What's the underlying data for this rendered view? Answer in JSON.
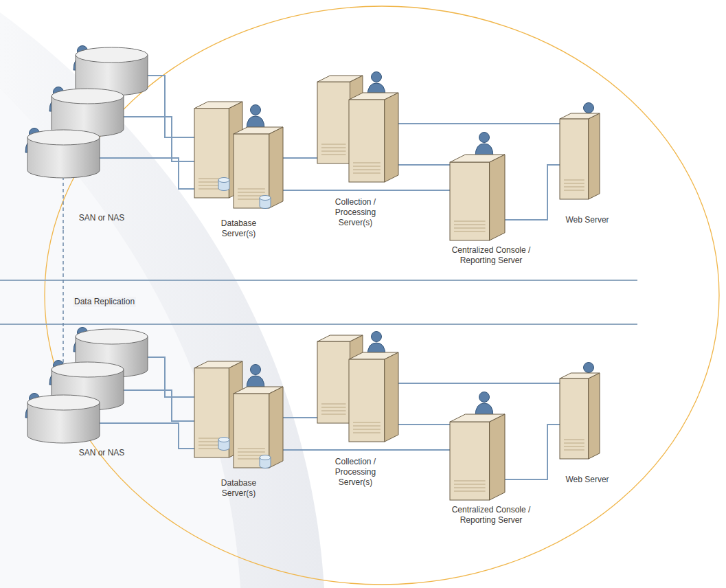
{
  "diagram": {
    "nodes": [
      {
        "text": [
          "SAN or NAS"
        ]
      },
      {
        "text": [
          "Database Server(s)"
        ]
      },
      {
        "text": [
          "Collection / Processing Server(s)"
        ]
      },
      {
        "text": [
          "Centralized Console / Reporting Server"
        ]
      },
      {
        "text": [
          "Web Server"
        ]
      },
      {
        "text": [
          "SAN or NAS"
        ]
      },
      {
        "text": [
          "Database Server(s)"
        ]
      },
      {
        "text": [
          "Collection / Processing Server(s)"
        ]
      },
      {
        "text": [
          "Centralized Console / Reporting Server"
        ]
      },
      {
        "text": [
          "Web Server"
        ]
      }
    ],
    "edges": [
      {
        "from": 0,
        "to": 1,
        "arrow": "none"
      },
      {
        "from": 0,
        "to": 1,
        "arrow": "none"
      },
      {
        "from": 0,
        "to": 1,
        "arrow": "none"
      },
      {
        "from": 1,
        "to": 2,
        "arrow": "none"
      },
      {
        "from": 1,
        "to": 3,
        "arrow": "none"
      },
      {
        "from": 2,
        "to": 4,
        "arrow": "none"
      },
      {
        "from": 2,
        "to": 3,
        "arrow": "none"
      },
      {
        "from": 3,
        "to": 4,
        "arrow": "none"
      },
      {
        "from": 5,
        "to": 6,
        "arrow": "none"
      },
      {
        "from": 5,
        "to": 6,
        "arrow": "none"
      },
      {
        "from": 5,
        "to": 6,
        "arrow": "none"
      },
      {
        "from": 6,
        "to": 7,
        "arrow": "none"
      },
      {
        "from": 6,
        "to": 8,
        "arrow": "none"
      },
      {
        "from": 7,
        "to": 9,
        "arrow": "none"
      },
      {
        "from": 7,
        "to": 8,
        "arrow": "none"
      },
      {
        "from": 8,
        "to": 9,
        "arrow": "none"
      },
      {
        "from": 0,
        "to": 5,
        "label": "Data Replication",
        "arrow": "none"
      }
    ]
  }
}
